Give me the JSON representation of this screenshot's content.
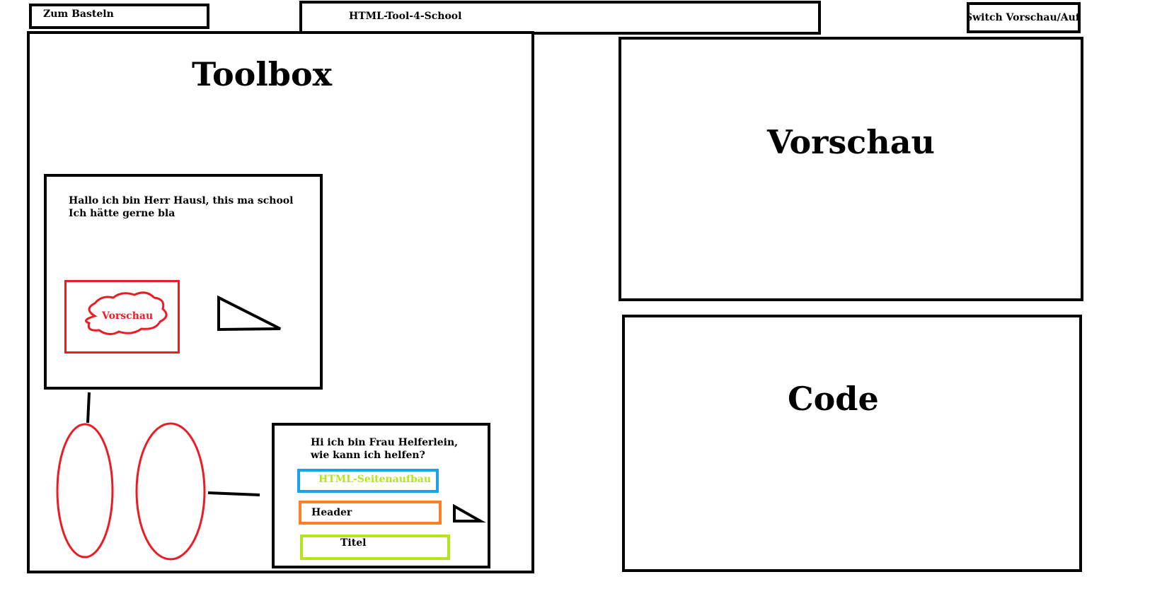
{
  "header": {
    "back_button_label": "Zum Basteln",
    "app_title": "HTML-Tool-4-School",
    "switch_button_label": "Switch Vorschau/Aufgabe"
  },
  "toolbox": {
    "title": "Toolbox",
    "teacher_panel": {
      "message_line1": "Hallo ich bin Herr Hausl, this ma school",
      "message_line2": "Ich hätte gerne bla",
      "preview_cloud_label": "Vorschau"
    },
    "helper_panel": {
      "message_line1": "Hi ich bin Frau Helferlein,",
      "message_line2": "wie kann ich helfen?",
      "options": [
        {
          "label": "HTML-Seitenaufbau",
          "border_color": "#1aa3e8",
          "text_color": "#b5e61d"
        },
        {
          "label": "Header",
          "border_color": "#ff7f27",
          "text_color": "#000000"
        },
        {
          "label": "Titel",
          "border_color": "#b5e61d",
          "text_color": "#000000"
        }
      ]
    }
  },
  "preview_panel": {
    "title": "Vorschau"
  },
  "code_panel": {
    "title": "Code"
  },
  "colors": {
    "stroke": "#000000",
    "red": "#ed1c24",
    "blue": "#1aa3e8",
    "orange": "#ff7f27",
    "lime": "#b5e61d"
  }
}
